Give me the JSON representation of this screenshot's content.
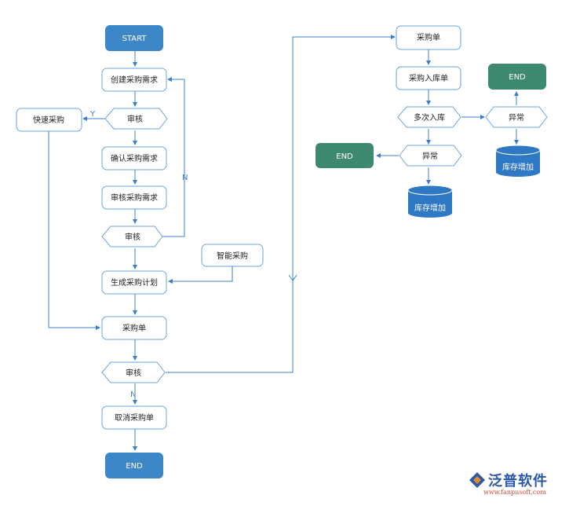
{
  "nodes": {
    "start": "START",
    "create_req": "创建采购需求",
    "review1": "审核",
    "quick_purchase": "快速采购",
    "confirm_req": "确认采购需求",
    "review_req": "审核采购需求",
    "review2": "审核",
    "smart_purchase": "智能采购",
    "gen_plan": "生成采购计划",
    "po": "采购单",
    "review3": "审核",
    "cancel_po": "取消采购单",
    "end_left": "END",
    "po_right": "采购单",
    "po_inbound": "采购入库单",
    "multi_inbound": "多次入库",
    "exception_right": "异常",
    "end_top_right": "END",
    "stock_inc_right": "库存增加",
    "exception_mid": "异常",
    "end_mid": "END",
    "stock_inc_mid": "库存增加"
  },
  "edge_labels": {
    "y": "Y",
    "n_loop": "N",
    "n_down": "N"
  },
  "brand": {
    "name": "泛普软件",
    "url": "www.fanpusoft.com"
  },
  "colors": {
    "line": "#3a7fc6",
    "start_end_fill": "#3d86c8",
    "end_green": "#3f8a6f",
    "db_fill": "#2f78c4",
    "box_border": "#6aa5db"
  }
}
